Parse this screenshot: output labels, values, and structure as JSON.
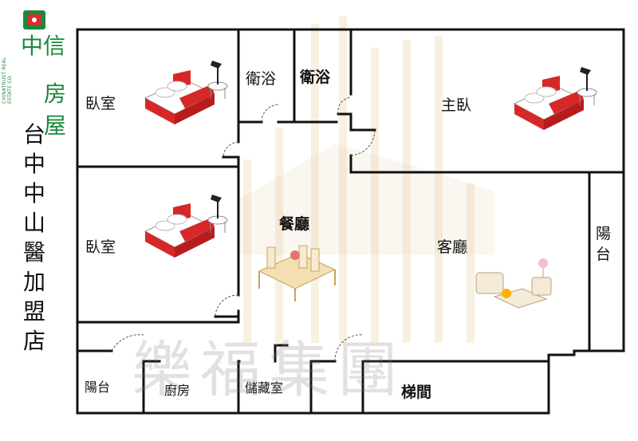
{
  "logo": {
    "brand": "中信房屋",
    "brand_line1": "中信",
    "brand_line2": "房屋",
    "brand_en": "CHINATRUST REAL ESTATE CO.",
    "color": "#1a8a3a",
    "accent": "#d32f2f"
  },
  "store_name": "台中中山醫加盟店",
  "store_chars": [
    "台",
    "中",
    "中",
    "山",
    "醫",
    "加",
    "盟",
    "店"
  ],
  "watermark": "樂福集團",
  "rooms": {
    "bedroom_top": "臥室",
    "bath_1": "衛浴",
    "bath_2": "衛浴",
    "master_bedroom": "主臥",
    "bedroom_mid": "臥室",
    "dining": "餐廳",
    "living": "客廳",
    "balcony_right": "陽台",
    "balcony_left": "陽台",
    "kitchen": "廚房",
    "storage": "儲藏室",
    "stairs": "梯間"
  },
  "colors": {
    "wall": "#111111",
    "bed_red": "#d62828",
    "sheet": "#ffffff",
    "furniture_wood": "#e8c98a"
  }
}
